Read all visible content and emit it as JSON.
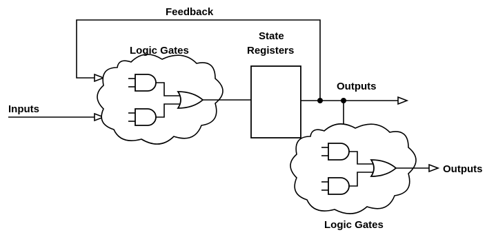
{
  "labels": {
    "feedback": "Feedback",
    "inputs": "Inputs",
    "logic_gates_top": "Logic Gates",
    "state_registers_line1": "State",
    "state_registers_line2": "Registers",
    "outputs_main": "Outputs",
    "outputs_secondary": "Outputs",
    "logic_gates_bottom": "Logic Gates"
  }
}
